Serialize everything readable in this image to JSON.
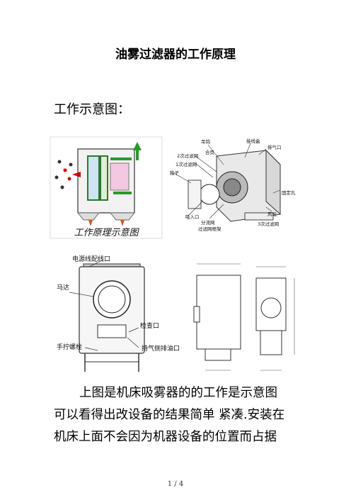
{
  "title": "油雾过滤器的工作原理",
  "subheading": "工作示意图：",
  "figure1": {
    "caption": "工作原理示意图"
  },
  "figure2": {
    "labels": {
      "hanger": "吊钩",
      "junction_box": "接线盒",
      "exhaust_port": "排气口",
      "housing": "合页",
      "filter2": "2次过滤网",
      "filter1": "1次过滤网",
      "box": "箱子",
      "fixing_hole": "固定孔",
      "intake": "吸入口",
      "fan": "风轮",
      "separation_net": "分流网",
      "filter_frame": "过滤网框架",
      "filter3": "3次过滤网"
    }
  },
  "figure3": {
    "labels": {
      "power_port": "电源线配线口",
      "motor": "马达",
      "inspection_port": "检查口",
      "hand_screw": "手拧螺栓",
      "drain_port": "持气侧排油口"
    }
  },
  "paragraph": {
    "line1": "上图是机床吸雾器的的工作是示意图",
    "line2": "可以看得出改设备的结果简单  紧凑.安装在",
    "line3": "机床上面不会因为机器设备的位置而占据"
  },
  "footer": "1 / 4"
}
